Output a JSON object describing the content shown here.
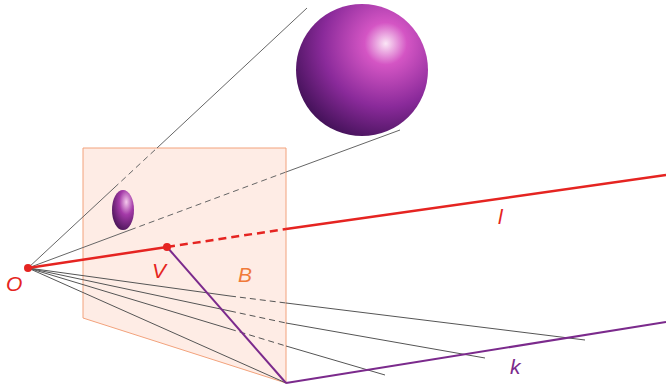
{
  "diagram": {
    "labels": [
      "O",
      "V",
      "B",
      "l",
      "k"
    ]
  }
}
